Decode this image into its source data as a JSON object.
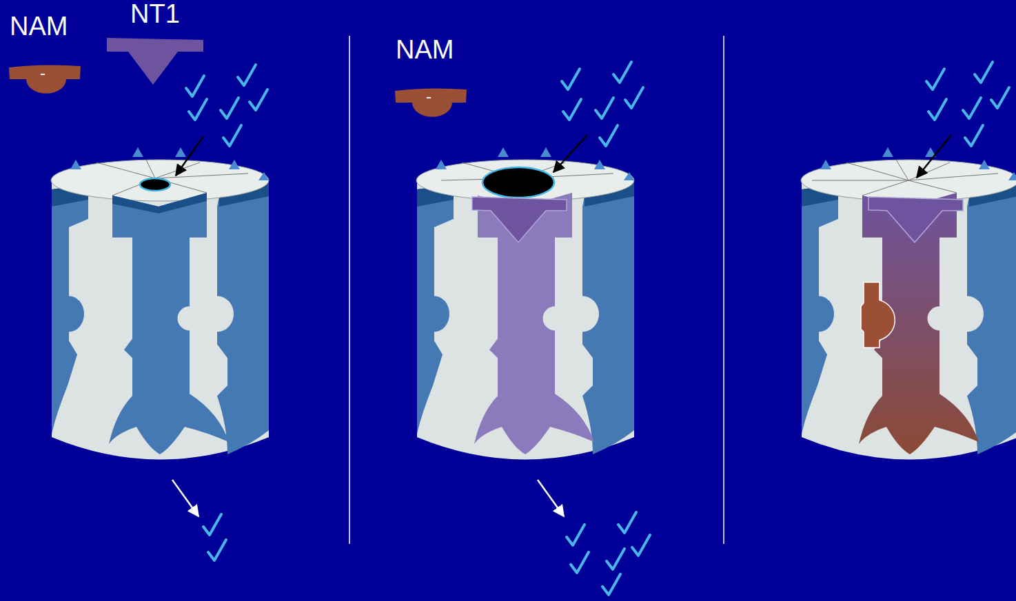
{
  "diagram": {
    "nodes": [
      {
        "text": [
          "NAM",
          "-"
        ]
      },
      {
        "text": [
          "NT1"
        ]
      },
      {
        "text": [
          "NAM",
          "-"
        ]
      }
    ]
  }
}
